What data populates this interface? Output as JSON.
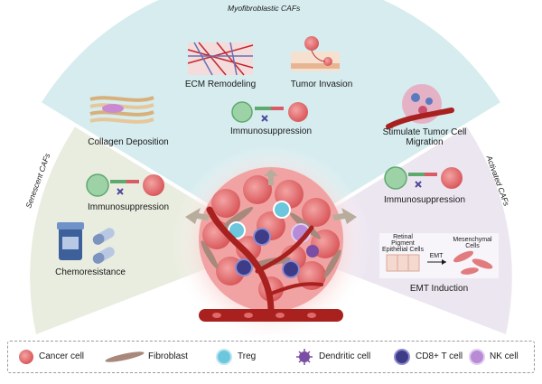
{
  "sections": {
    "top": "Myofibroblastic CAFs",
    "left": "Senescent CAFs",
    "right": "Activated CAFs"
  },
  "labels": {
    "ecm_remodeling": "ECM Remodeling",
    "tumor_invasion": "Tumor Invasion",
    "immuno_top": "Immunosuppression",
    "collagen_deposition": "Collagen Deposition",
    "immuno_left": "Immunosuppression",
    "chemoresistance": "Chemoresistance",
    "stimulate_migration_1": "Stimulate Tumor Cell",
    "stimulate_migration_2": "Migration",
    "immuno_right": "Immunosuppression",
    "emt_induction": "EMT Induction",
    "retinal_1": "Retinal",
    "retinal_2": "Pigment",
    "retinal_3": "Epithelial Cells",
    "emt_arrow": "EMT",
    "mesenchymal_1": "Mesenchymal",
    "mesenchymal_2": "Cells"
  },
  "legend": {
    "cancer_cell": "Cancer cell",
    "fibroblast": "Fibroblast",
    "treg": "Treg",
    "dendritic_cell": "Dendritic cell",
    "cd8_t_cell": "CD8+ T cell",
    "nk_cell": "NK cell"
  },
  "colors": {
    "top_sector": "#d6ecef",
    "left_sector": "#e9eddf",
    "right_sector": "#ece6f1",
    "cancer": "#e8787a",
    "fibroblast": "#a7887b",
    "treg": "#6cc6dd",
    "dendritic": "#7b4ea3",
    "cd8": "#3e3c87",
    "nk": "#b78bd6",
    "vessel": "#a8211f"
  }
}
